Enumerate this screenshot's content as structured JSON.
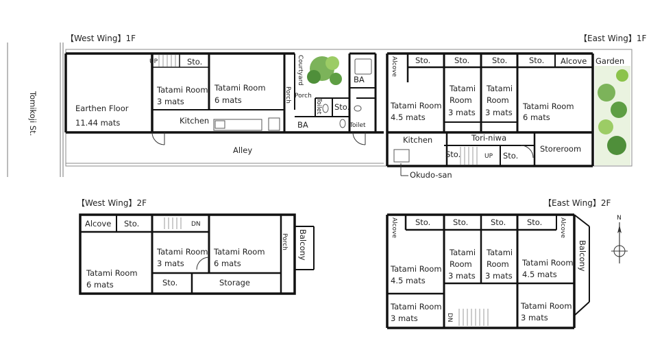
{
  "headers": {
    "west_1f": "【West Wing】1F",
    "east_1f": "【East Wing】1F",
    "west_2f": "【West Wing】2F",
    "east_2f": "【East Wing】2F"
  },
  "street": "Tomikoji St.",
  "compass": "N",
  "west_1f": {
    "earthen_floor": "Earthen Floor",
    "earthen_size": "11.44 mats",
    "up": "UP",
    "sto": "Sto.",
    "tatami_a": "Tatami Room",
    "tatami_a_size": "3 mats",
    "tatami_b": "Tatami Room",
    "tatami_b_size": "6 mats",
    "porch": "Porch",
    "courtyard": "Courtyard",
    "kitchen": "Kitchen",
    "porch2": "Porch",
    "toilet": "Toilet",
    "sto2": "Sto.",
    "ba_top": "BA",
    "ba_bottom": "BA",
    "toilet2": "Toilet",
    "alley": "Alley"
  },
  "east_1f": {
    "alcove_v": "Alcove",
    "sto1": "Sto.",
    "sto2": "Sto.",
    "sto3": "Sto.",
    "sto4": "Sto.",
    "alcove": "Alcove",
    "garden": "Garden",
    "tatami1": "Tatami Room",
    "tatami1_size": "4.5 mats",
    "tatami2_a": "Tatami",
    "tatami2_b": "Room",
    "tatami2_size": "3 mats",
    "tatami3_a": "Tatami",
    "tatami3_b": "Room",
    "tatami3_size": "3 mats",
    "tatami4": "Tatami Room",
    "tatami4_size": "6 mats",
    "kitchen": "Kitchen",
    "tori_niwa": "Tori-niwa",
    "sto5": "Sto.",
    "up": "UP",
    "sto6": "Sto.",
    "storeroom": "Storeroom",
    "okudo": "Okudo-san"
  },
  "west_2f": {
    "alcove": "Alcove",
    "sto1": "Sto.",
    "dn": "DN",
    "tatami_a": "Tatami Room",
    "tatami_a_size": "3 mats",
    "tatami_b": "Tatami Room",
    "tatami_b_size": "6 mats",
    "porch": "Porch",
    "balcony": "Balcony",
    "tatami_c": "Tatami Room",
    "tatami_c_size": "6 mats",
    "sto2": "Sto.",
    "storage": "Storage"
  },
  "east_2f": {
    "alcove_l": "Alcove",
    "sto1": "Sto.",
    "sto2": "Sto.",
    "sto3": "Sto.",
    "sto4": "Sto.",
    "alcove_r": "Alcove",
    "balcony": "Balcony",
    "tatami1": "Tatami Room",
    "tatami1_size": "4.5 mats",
    "tatami2_a": "Tatami",
    "tatami2_b": "Room",
    "tatami2_size": "3 mats",
    "tatami3_a": "Tatami",
    "tatami3_b": "Room",
    "tatami3_size": "3 mats",
    "tatami4": "Tatami Room",
    "tatami4_size": "4.5 mats",
    "tatami5": "Tatami Room",
    "tatami5_size": "3 mats",
    "dn": "DN",
    "tatami6": "Tatami Room",
    "tatami6_size": "3 mats"
  }
}
